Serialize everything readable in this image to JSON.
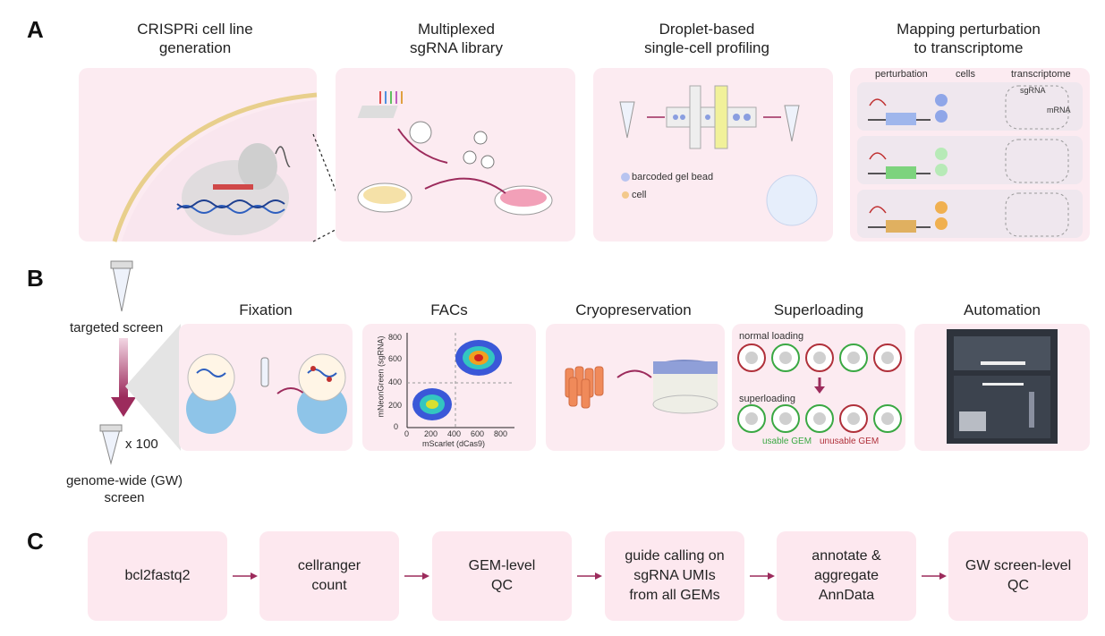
{
  "panels": {
    "a": "A",
    "b": "B",
    "c": "C"
  },
  "section_a": {
    "titles": [
      "CRISPRi cell line\ngeneration",
      "Multiplexed\nsgRNA library",
      "Droplet-based\nsingle-cell profiling",
      "Mapping perturbation\nto transcriptome"
    ],
    "droplet_legend": {
      "bead": "barcoded gel bead",
      "cell": "cell"
    },
    "mapping_headers": {
      "perturbation": "perturbation",
      "cells": "cells",
      "transcriptome": "transcriptome"
    },
    "mapping_labels": {
      "sgrna": "sgRNA",
      "mrna": "mRNA"
    }
  },
  "section_b": {
    "targeted": "targeted screen",
    "multiplier": "x 100",
    "genome_wide": "genome-wide (GW)\nscreen",
    "titles": [
      "Fixation",
      "FACs",
      "Cryopreservation",
      "Superloading",
      "Automation"
    ],
    "facs": {
      "xlabel": "mScarlet (dCas9)",
      "ylabel": "mNeonGreen (sgRNA)",
      "xticks": [
        "0",
        "200",
        "400",
        "600",
        "800"
      ],
      "yticks": [
        "0",
        "200",
        "400",
        "600",
        "800"
      ]
    },
    "superloading": {
      "normal": "normal loading",
      "super": "superloading",
      "usable": "usable GEM",
      "unusable": "unusable GEM"
    }
  },
  "section_c": {
    "steps": [
      "bcl2fastq2",
      "cellranger\ncount",
      "GEM-level\nQC",
      "guide calling on\nsgRNA UMIs\nfrom all GEMs",
      "annotate &\naggregate\nAnnData",
      "GW screen-level\nQC"
    ]
  },
  "colors": {
    "panel_bg": "#fcebf1",
    "arrow": "#9c2b5c",
    "blue": "#7d9be0",
    "green": "#6fd36f",
    "orange": "#f0b050",
    "usable": "#3aa843",
    "unusable": "#b0303a"
  }
}
